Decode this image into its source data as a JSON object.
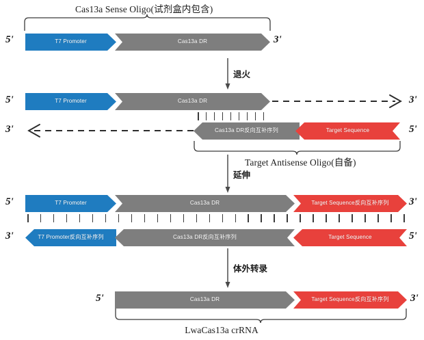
{
  "diagram": {
    "title_top": "Cas13a Sense Oligo(试剂盒内包含)",
    "label_antisense": "Target Antisense Oligo(自备)",
    "label_bottom": "LwaCas13a crRNA"
  },
  "steps": [
    {
      "id": "anneal",
      "label": "退火"
    },
    {
      "id": "extension",
      "label": "延伸"
    },
    {
      "id": "ivt",
      "label": "体外转录"
    }
  ],
  "colors": {
    "promoter": "#1f7cc0",
    "dr": "#7e7e7e",
    "target": "#e8413c",
    "line": "#3a3a3a",
    "text": "#1c1c1c"
  },
  "segment_names": {
    "t7_promoter": "T7 Promoter",
    "t7_promoter_rc": "T7 Promoter反向互补序列",
    "cas13a_dr": "Cas13a DR",
    "cas13a_dr_rc": "Cas13a DR反向互补序列",
    "target_sequence": "Target Sequence",
    "target_sequence_rc": "Target Sequence反向互补序列"
  },
  "ends": {
    "five": "5'",
    "three": "3'"
  },
  "stages": [
    {
      "id": "stage-1-sense-oligo",
      "left_end": "5'",
      "right_end": "3'",
      "strands": [
        {
          "id": "sense",
          "segments": [
            {
              "name": "T7 Promoter",
              "color": "promoter"
            },
            {
              "name": "Cas13a DR",
              "color": "dr"
            }
          ]
        }
      ]
    },
    {
      "id": "stage-2-annealed",
      "top_left_end": "5'",
      "top_right_end": "3'",
      "bottom_left_end": "3'",
      "bottom_right_end": "5'",
      "strands": [
        {
          "id": "top",
          "segments": [
            {
              "name": "T7 Promoter",
              "color": "promoter"
            },
            {
              "name": "Cas13a DR",
              "color": "dr"
            }
          ],
          "dashed_extension": "right"
        },
        {
          "id": "bottom",
          "segments": [
            {
              "name": "Cas13a DR反向互补序列",
              "color": "dr"
            },
            {
              "name": "Target Sequence",
              "color": "target"
            }
          ],
          "dashed_extension": "left"
        }
      ],
      "paired_ticks": 9
    },
    {
      "id": "stage-3-extended-duplex",
      "top_left_end": "5'",
      "top_right_end": "3'",
      "bottom_left_end": "3'",
      "bottom_right_end": "5'",
      "strands": [
        {
          "id": "top",
          "segments": [
            {
              "name": "T7 Promoter",
              "color": "promoter"
            },
            {
              "name": "Cas13a DR",
              "color": "dr"
            },
            {
              "name": "Target Sequence反向互补序列",
              "color": "target"
            }
          ]
        },
        {
          "id": "bottom",
          "segments": [
            {
              "name": "T7 Promoter反向互补序列",
              "color": "promoter"
            },
            {
              "name": "Cas13a DR反向互补序列",
              "color": "dr"
            },
            {
              "name": "Target Sequence",
              "color": "target"
            }
          ]
        }
      ],
      "paired_ticks": 30
    },
    {
      "id": "stage-4-crrna",
      "left_end": "5'",
      "right_end": "3'",
      "strands": [
        {
          "id": "crrna",
          "segments": [
            {
              "name": "Cas13a DR",
              "color": "dr"
            },
            {
              "name": "Target Sequence反向互补序列",
              "color": "target"
            }
          ]
        }
      ]
    }
  ]
}
